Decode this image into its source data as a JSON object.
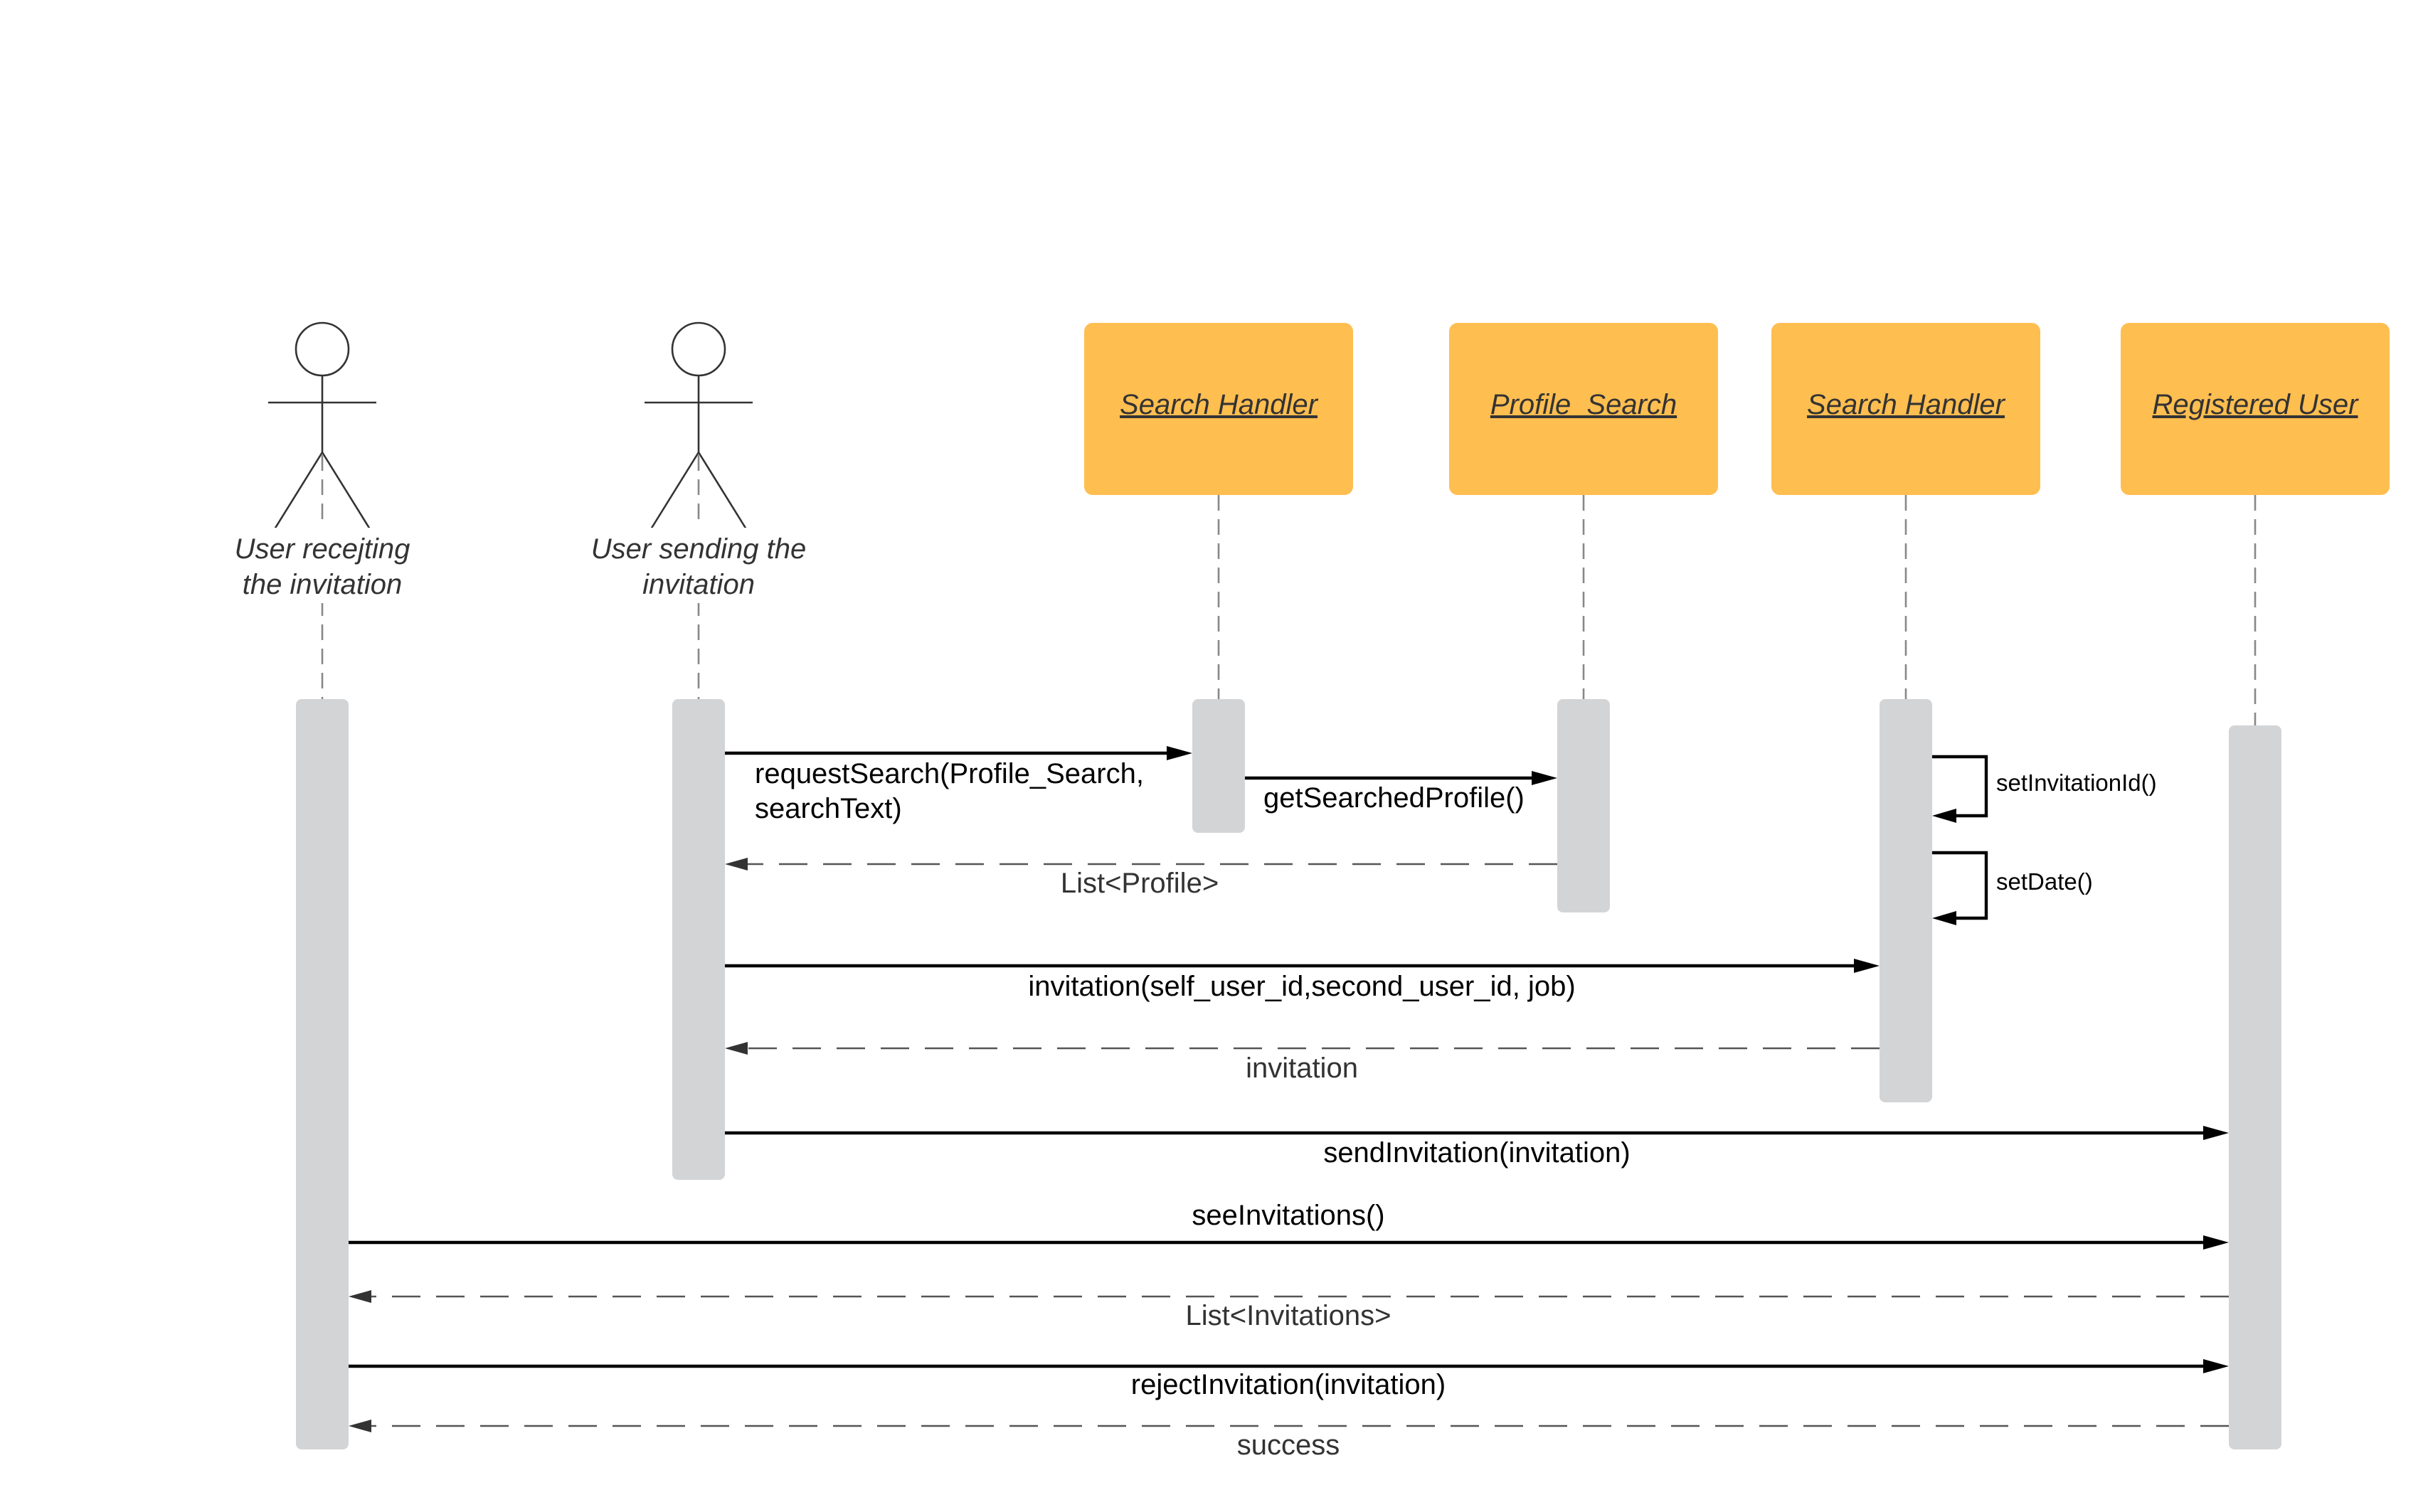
{
  "participants": {
    "actor_receiver": {
      "label_line1": "User recejting",
      "label_line2": "the invitation"
    },
    "actor_sender": {
      "label_line1": "User sending the",
      "label_line2": "invitation"
    },
    "search_handler_1": {
      "label": "Search Handler"
    },
    "profile_search": {
      "label": "Profile  Search"
    },
    "search_handler_2": {
      "label": "Search Handler"
    },
    "registered_user": {
      "label": "Registered User"
    }
  },
  "messages": {
    "request_search_line1": "requestSearch(Profile_Search,",
    "request_search_line2": "searchText)",
    "get_searched_profile": "getSearchedProfile()",
    "list_profile": "List<Profile>",
    "invitation_call": "invitation(self_user_id,second_user_id, job)",
    "invitation_return": "invitation",
    "set_invitation_id": "setInvitationId()",
    "set_date": "setDate()",
    "send_invitation": "sendInvitation(invitation)",
    "see_invitations": "seeInvitations()",
    "list_invitations": "List<Invitations>",
    "reject_invitation": "rejectInvitation(invitation)",
    "success": "success"
  },
  "colors": {
    "object_fill": "#ffbe50",
    "activation_fill": "#d3d4d6",
    "lifeline": "#888888"
  }
}
